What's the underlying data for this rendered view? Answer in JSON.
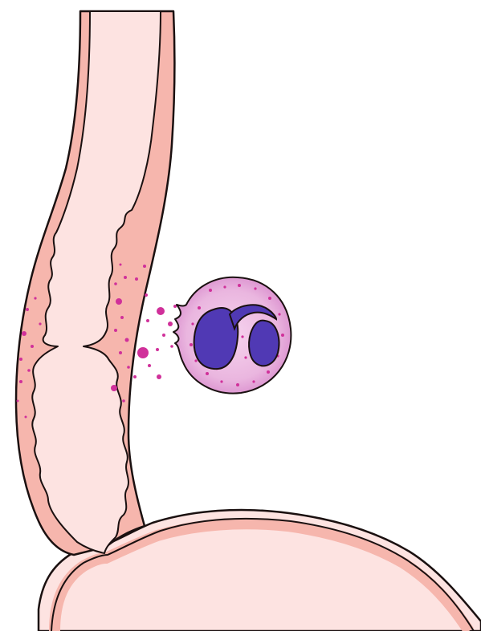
{
  "illustration": {
    "subjects": [
      "esophagus",
      "stomach",
      "eosinophil",
      "granules"
    ]
  },
  "colors": {
    "outline": "#1a1010",
    "lumen": "#fde3e1",
    "wall": "#f6b6ad",
    "nucleus": "#5039b4",
    "granule": "#d0309a",
    "cytoplasm": "#eab6df",
    "cytoplasm_glow": "#d778c9"
  }
}
